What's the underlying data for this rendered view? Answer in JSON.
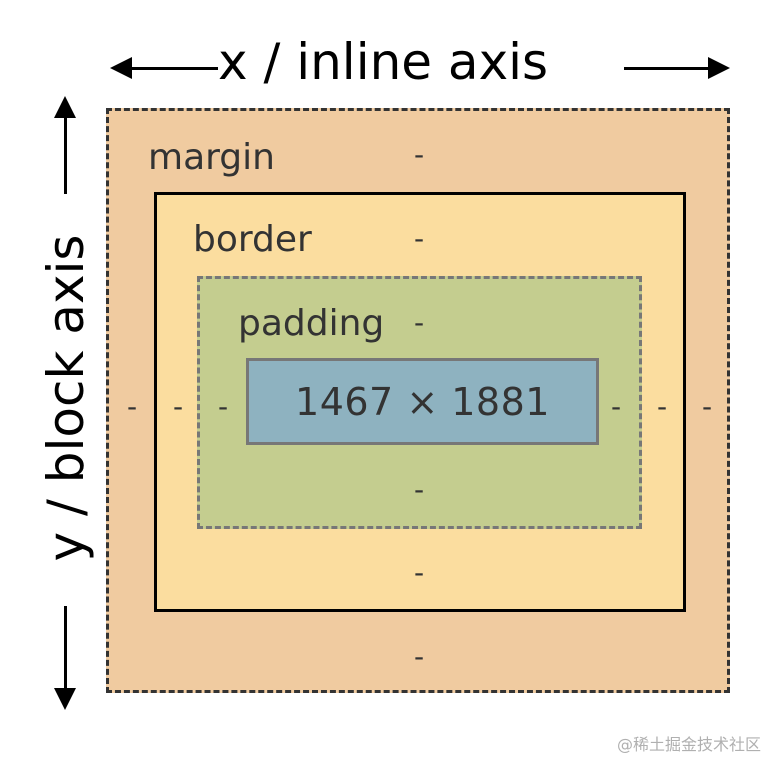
{
  "axes": {
    "x_label": "x / inline axis",
    "y_label": "y / block axis"
  },
  "box_model": {
    "margin": {
      "label": "margin",
      "top": "-",
      "bottom": "-",
      "left": "-",
      "right": "-"
    },
    "border": {
      "label": "border",
      "top": "-",
      "bottom": "-",
      "left": "-",
      "right": "-"
    },
    "padding": {
      "label": "padding",
      "top": "-",
      "bottom": "-",
      "left": "-",
      "right": "-"
    },
    "content": {
      "dimensions": "1467 × 1881"
    }
  },
  "colors": {
    "margin": "#f0cba0",
    "border": "#fbdd9f",
    "padding": "#c4cd8f",
    "content": "#8eb2c0"
  },
  "watermark": "@稀土掘金技术社区"
}
